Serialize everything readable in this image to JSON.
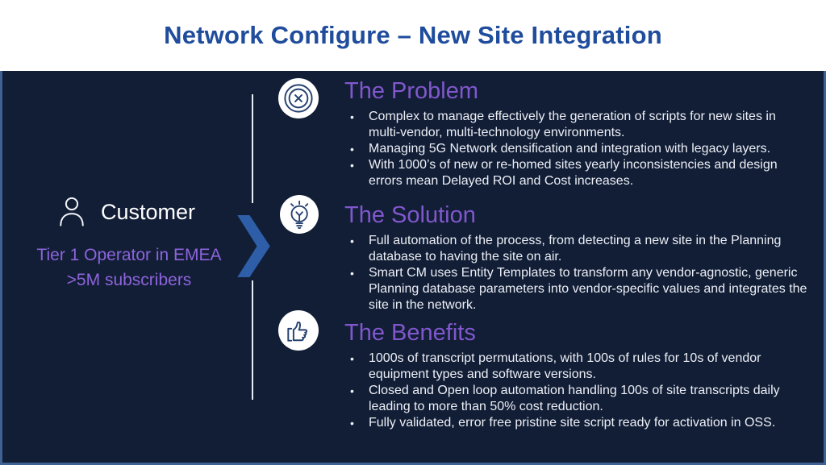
{
  "header": {
    "title": "Network Configure – New Site Integration"
  },
  "left_panel": {
    "customer_label": "Customer",
    "subtitle_line1": "Tier 1 Operator in EMEA",
    "subtitle_line2": ">5M subscribers"
  },
  "bullet_char": "•",
  "sections": [
    {
      "id": "problem",
      "icon": "error-circle-icon",
      "title": "The Problem",
      "bullets": [
        "Complex to manage effectively the generation of scripts for new sites in multi-vendor, multi-technology environments.",
        "Managing 5G Network densification and integration with legacy layers.",
        "With 1000’s of new or re-homed sites yearly inconsistencies and design errors mean Delayed ROI and Cost increases."
      ]
    },
    {
      "id": "solution",
      "icon": "lightbulb-icon",
      "title": "The Solution",
      "bullets": [
        "Full automation of the process, from detecting a new site in the Planning database to having the site on air.",
        "Smart CM uses Entity Templates to transform any vendor-agnostic, generic Planning database parameters into vendor-specific values and integrates the site in the network."
      ]
    },
    {
      "id": "benefits",
      "icon": "thumbs-up-icon",
      "title": "The Benefits",
      "bullets": [
        "1000s of transcript permutations, with 100s of rules for 10s of vendor equipment types and software versions.",
        "Closed and Open loop automation handling 100s of site transcripts daily leading to more than 50% cost reduction.",
        "Fully validated, error free pristine site script ready for activation in OSS."
      ]
    }
  ],
  "colors": {
    "background_navy": "#111E36",
    "header_bg": "#FFFFFF",
    "title_blue": "#1F4C9C",
    "heading_purple": "#8157CD",
    "left_text_purple": "#8E64DC",
    "chevron_blue": "#2F5EA8",
    "icon_stroke": "#24406E",
    "body_text": "#EDEFF6",
    "line_color": "#E9EDF5",
    "panel_border": "#3F6292"
  }
}
